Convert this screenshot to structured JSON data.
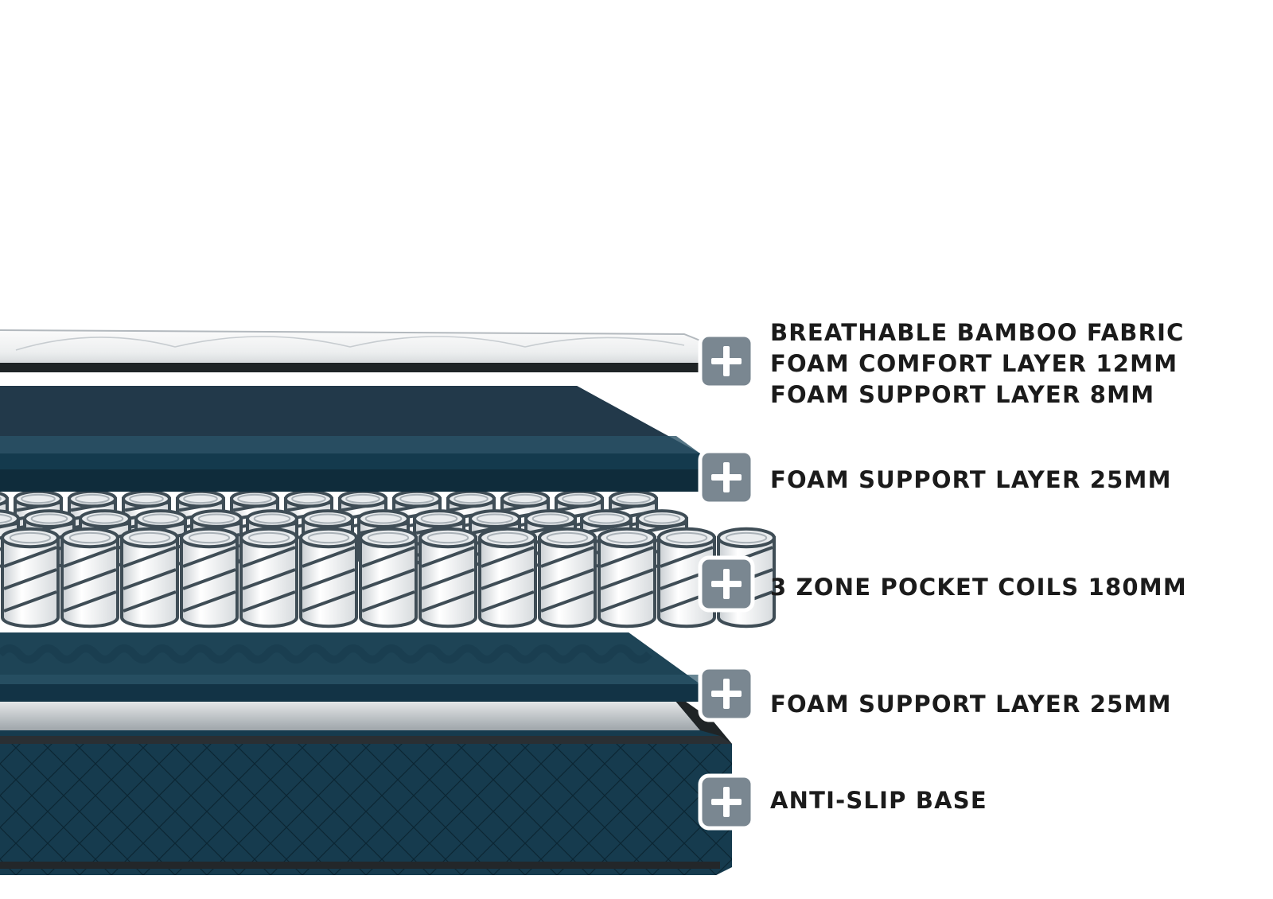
{
  "diagram": {
    "layers": [
      {
        "id": "top",
        "lines": [
          "BREATHABLE BAMBOO FABRIC",
          "FOAM COMFORT LAYER 12MM",
          "FOAM SUPPORT LAYER 8MM"
        ],
        "icon": "plus-icon"
      },
      {
        "id": "foam-upper",
        "lines": [
          "FOAM SUPPORT LAYER 25MM"
        ],
        "icon": "plus-icon"
      },
      {
        "id": "coils",
        "lines": [
          "3 ZONE POCKET COILS 180MM"
        ],
        "icon": "plus-icon"
      },
      {
        "id": "foam-lower",
        "lines": [
          "FOAM SUPPORT LAYER 25MM"
        ],
        "icon": "plus-icon"
      },
      {
        "id": "base",
        "lines": [
          "ANTI-SLIP BASE"
        ],
        "icon": "plus-icon"
      }
    ],
    "colors": {
      "navy": "#163b4e",
      "navy_dark": "#0f2c3b",
      "navy_light": "#2a5266",
      "coil_white": "#f3f4f5",
      "coil_stroke": "#3f4d56",
      "button": "#7a8791",
      "button_border": "#ffffff",
      "fabric": "#f1f2f3",
      "label_text": "#1b1b1b"
    }
  }
}
